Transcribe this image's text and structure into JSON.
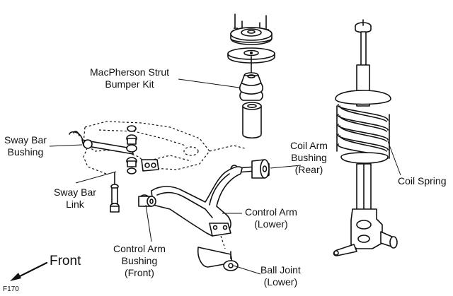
{
  "labels": {
    "strut_bumper_kit": {
      "line1": "MacPherson Strut",
      "line2": "Bumper Kit"
    },
    "sway_bar_bushing": {
      "line1": "Sway Bar",
      "line2": "Bushing"
    },
    "sway_bar_link": {
      "line1": "Sway Bar",
      "line2": "Link"
    },
    "coil_arm_bushing": {
      "line1": "Coil Arm",
      "line2": "Bushing",
      "line3": "(Rear)"
    },
    "coil_spring": {
      "line1": "Coil Spring"
    },
    "control_arm_lower": {
      "line1": "Control Arm",
      "line2": "(Lower)"
    },
    "control_arm_bushing_front": {
      "line1": "Control Arm",
      "line2": "Bushing",
      "line3": "(Front)"
    },
    "ball_joint": {
      "line1": "Ball Joint",
      "line2": "(Lower)"
    },
    "front": "Front",
    "figure_id": "F170"
  },
  "colors": {
    "ink": "#111111",
    "paper": "#ffffff"
  }
}
